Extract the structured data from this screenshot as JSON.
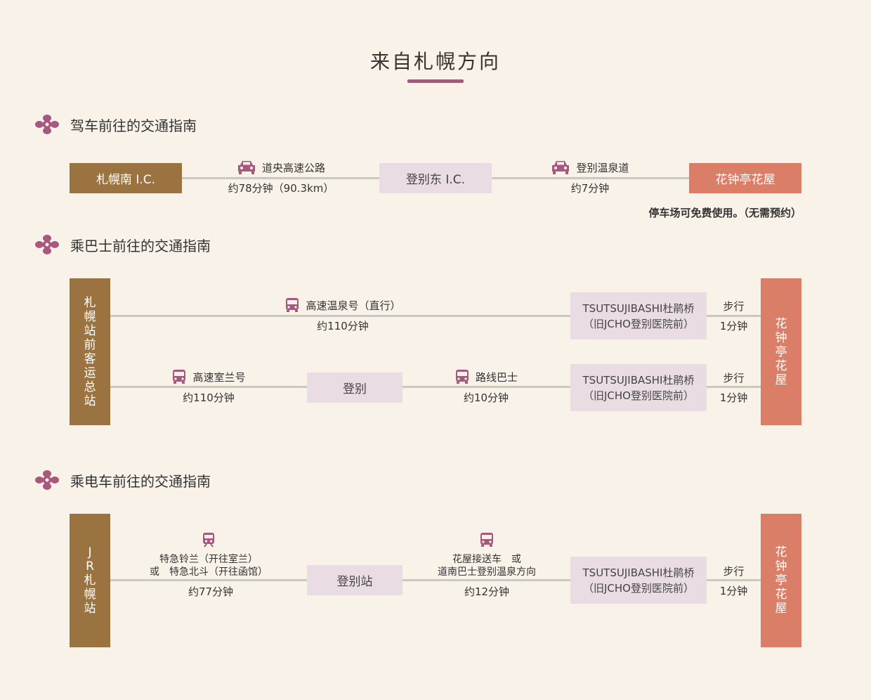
{
  "title": "来自札幌方向",
  "colors": {
    "accent": "#a8577e",
    "brown": "#9b7340",
    "salmon": "#da7e68",
    "pink_box": "#e9dde3",
    "background": "#f8f2e9"
  },
  "car_section": {
    "heading": "驾车前往的交通指南",
    "start": "札幌南 I.C.",
    "route1_name": "道央高速公路",
    "route1_time": "约78分钟（90.3km）",
    "mid": "登别东 I.C.",
    "route2_name": "登别温泉道",
    "route2_time": "约7分钟",
    "end": "花钟亭花屋",
    "parking_note": "停车场可免费使用。（无需预约）"
  },
  "bus_section": {
    "heading": "乘巴士前往的交通指南",
    "start_chars": [
      "札",
      "幌",
      "站",
      "前",
      "客",
      "运",
      "总",
      "站"
    ],
    "row1_route": "高速温泉号（直行）",
    "row1_time": "约110分钟",
    "row2_route": "高速室兰号",
    "row2_time": "约110分钟",
    "row2_mid": "登别",
    "row2_route2": "路线巴士",
    "row2_time2": "约10分钟",
    "stop_line1": "TSUTSUJIBASHI杜鹃桥",
    "stop_line2": "（旧JCHO登别医院前）",
    "walk": "步行",
    "walk_time": "1分钟",
    "end_chars": [
      "花",
      "钟",
      "亭",
      "花",
      "屋"
    ]
  },
  "train_section": {
    "heading": "乘电车前往的交通指南",
    "start_chars": [
      "J",
      "R",
      "札",
      "幌",
      "站"
    ],
    "train_line1": "特急铃兰（开往室兰）",
    "train_line2": "或　特急北斗（开往函馆）",
    "train_time": "约77分钟",
    "mid": "登别站",
    "shuttle_line1": "花屋接送车　或",
    "shuttle_line2": "道南巴士登别温泉方向",
    "shuttle_time": "约12分钟",
    "stop_line1": "TSUTSUJIBASHI杜鹃桥",
    "stop_line2": "（旧JCHO登别医院前）",
    "walk": "步行",
    "walk_time": "1分钟",
    "end_chars": [
      "花",
      "钟",
      "亭",
      "花",
      "屋"
    ]
  },
  "icons": [
    "flower-ornament-icon",
    "car-icon",
    "bus-icon",
    "train-icon"
  ]
}
